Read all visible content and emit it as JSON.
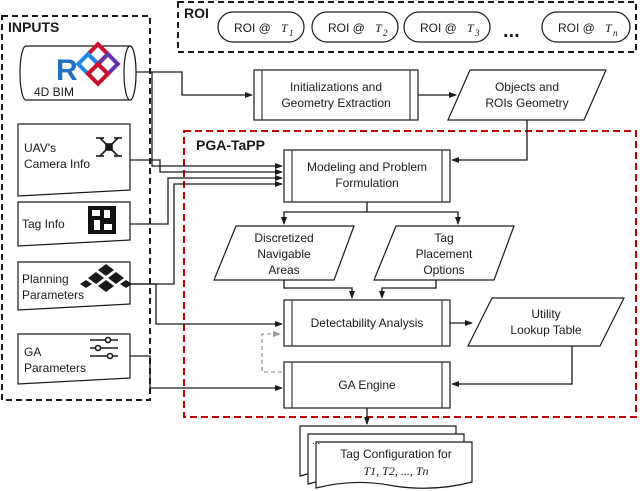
{
  "inputs": {
    "title": "INPUTS",
    "bim": {
      "label": "4D BIM"
    },
    "camera": {
      "line1": "UAV's",
      "line2": "Camera Info"
    },
    "tag": {
      "label": "Tag Info"
    },
    "planning": {
      "line1": "Planning",
      "line2": "Parameters"
    },
    "ga": {
      "line1": "GA",
      "line2": "Parameters"
    }
  },
  "roi": {
    "title": "ROI",
    "prefix": "ROI @ ",
    "items": [
      {
        "var": "T",
        "sub": "1"
      },
      {
        "var": "T",
        "sub": "2"
      },
      {
        "var": "T",
        "sub": "3"
      },
      {
        "var": "T",
        "sub": "n"
      }
    ],
    "ellipsis": "..."
  },
  "process": {
    "init": {
      "line1": "Initializations and",
      "line2": "Geometry Extraction"
    },
    "objects": {
      "line1": "Objects and",
      "line2": "ROIs Geometry"
    }
  },
  "pga": {
    "title": "PGA-TaPP",
    "modeling": {
      "line1": "Modeling and Problem",
      "line2": "Formulation"
    },
    "navigable": {
      "line1": "Discretized",
      "line2": "Navigable",
      "line3": "Areas"
    },
    "placement": {
      "line1": "Tag",
      "line2": "Placement",
      "line3": "Options"
    },
    "detect": {
      "label": "Detectability Analysis"
    },
    "utility": {
      "line1": "Utility",
      "line2": "Lookup Table"
    },
    "engine": {
      "label": "GA Engine"
    }
  },
  "output": {
    "line1": "Tag Configuration for",
    "dots": "...",
    "line2": "T1, T2, ..., Tn"
  },
  "colors": {
    "ink": "#1a1a1a",
    "pga_border": "#c00000",
    "feedback": "#999999",
    "revit_blue": "#1f6fc4",
    "bim_red": "#c8102e",
    "bim_purple": "#6a2fb0",
    "bim_blue": "#1e88e5"
  }
}
